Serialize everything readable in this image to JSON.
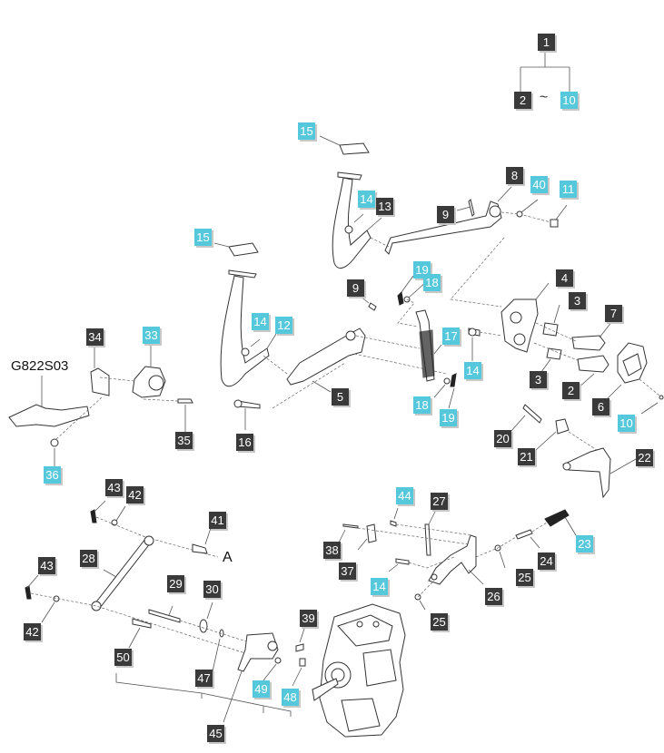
{
  "diagram": {
    "assembly_code": "G822S03",
    "connector_letter": "A",
    "range_note": {
      "from": "2",
      "separator": "~",
      "to": "10",
      "parent": "1"
    },
    "colors": {
      "standard": "#3a3a3a",
      "highlight": "#56c8dc"
    },
    "callouts": [
      {
        "id": "c1",
        "label": "1",
        "style": "dark"
      },
      {
        "id": "c2",
        "label": "2",
        "style": "dark"
      },
      {
        "id": "c10a",
        "label": "10",
        "style": "cyan"
      },
      {
        "id": "c15a",
        "label": "15",
        "style": "cyan"
      },
      {
        "id": "c8",
        "label": "8",
        "style": "dark"
      },
      {
        "id": "c40",
        "label": "40",
        "style": "cyan"
      },
      {
        "id": "c11",
        "label": "11",
        "style": "cyan"
      },
      {
        "id": "c9a",
        "label": "9",
        "style": "dark"
      },
      {
        "id": "c14a",
        "label": "14",
        "style": "cyan"
      },
      {
        "id": "c13",
        "label": "13",
        "style": "dark"
      },
      {
        "id": "c15b",
        "label": "15",
        "style": "cyan"
      },
      {
        "id": "c19a",
        "label": "19",
        "style": "cyan"
      },
      {
        "id": "c18a",
        "label": "18",
        "style": "cyan"
      },
      {
        "id": "c9b",
        "label": "9",
        "style": "dark"
      },
      {
        "id": "c4",
        "label": "4",
        "style": "dark"
      },
      {
        "id": "c3a",
        "label": "3",
        "style": "dark"
      },
      {
        "id": "c7",
        "label": "7",
        "style": "dark"
      },
      {
        "id": "c14b",
        "label": "14",
        "style": "cyan"
      },
      {
        "id": "c12",
        "label": "12",
        "style": "cyan"
      },
      {
        "id": "c17",
        "label": "17",
        "style": "cyan"
      },
      {
        "id": "c14c",
        "label": "14",
        "style": "cyan"
      },
      {
        "id": "c3b",
        "label": "3",
        "style": "dark"
      },
      {
        "id": "c2b",
        "label": "2",
        "style": "dark"
      },
      {
        "id": "c6",
        "label": "6",
        "style": "dark"
      },
      {
        "id": "c10b",
        "label": "10",
        "style": "cyan"
      },
      {
        "id": "c5",
        "label": "5",
        "style": "dark"
      },
      {
        "id": "c18b",
        "label": "18",
        "style": "cyan"
      },
      {
        "id": "c19b",
        "label": "19",
        "style": "cyan"
      },
      {
        "id": "c34",
        "label": "34",
        "style": "dark"
      },
      {
        "id": "c33",
        "label": "33",
        "style": "cyan"
      },
      {
        "id": "c35",
        "label": "35",
        "style": "dark"
      },
      {
        "id": "c16",
        "label": "16",
        "style": "dark"
      },
      {
        "id": "c36",
        "label": "36",
        "style": "cyan"
      },
      {
        "id": "c20",
        "label": "20",
        "style": "dark"
      },
      {
        "id": "c21",
        "label": "21",
        "style": "dark"
      },
      {
        "id": "c22",
        "label": "22",
        "style": "dark"
      },
      {
        "id": "c43a",
        "label": "43",
        "style": "dark"
      },
      {
        "id": "c42a",
        "label": "42",
        "style": "dark"
      },
      {
        "id": "c41",
        "label": "41",
        "style": "dark"
      },
      {
        "id": "c44",
        "label": "44",
        "style": "cyan"
      },
      {
        "id": "c27",
        "label": "27",
        "style": "dark"
      },
      {
        "id": "c23",
        "label": "23",
        "style": "cyan"
      },
      {
        "id": "c38",
        "label": "38",
        "style": "dark"
      },
      {
        "id": "c37",
        "label": "37",
        "style": "dark"
      },
      {
        "id": "c24",
        "label": "24",
        "style": "dark"
      },
      {
        "id": "c28",
        "label": "28",
        "style": "dark"
      },
      {
        "id": "c14d",
        "label": "14",
        "style": "cyan"
      },
      {
        "id": "c25a",
        "label": "25",
        "style": "dark"
      },
      {
        "id": "c26",
        "label": "26",
        "style": "dark"
      },
      {
        "id": "c43b",
        "label": "43",
        "style": "dark"
      },
      {
        "id": "c29",
        "label": "29",
        "style": "dark"
      },
      {
        "id": "c30",
        "label": "30",
        "style": "dark"
      },
      {
        "id": "c25b",
        "label": "25",
        "style": "dark"
      },
      {
        "id": "c42b",
        "label": "42",
        "style": "dark"
      },
      {
        "id": "c39",
        "label": "39",
        "style": "dark"
      },
      {
        "id": "c50",
        "label": "50",
        "style": "dark"
      },
      {
        "id": "c47",
        "label": "47",
        "style": "dark"
      },
      {
        "id": "c49",
        "label": "49",
        "style": "cyan"
      },
      {
        "id": "c48",
        "label": "48",
        "style": "cyan"
      },
      {
        "id": "c45",
        "label": "45",
        "style": "dark"
      }
    ]
  }
}
